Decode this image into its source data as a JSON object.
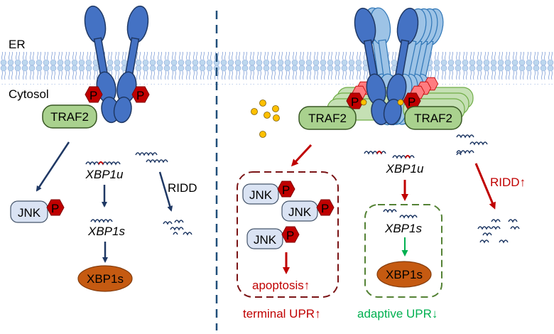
{
  "labels": {
    "er": "ER",
    "cytosol": "Cytosol",
    "phospho": "P",
    "traf2": "TRAF2",
    "jnk": "JNK",
    "xbp1u": "XBP1u",
    "xbp1s_mrna": "XBP1s",
    "xbp1s_protein": "XBP1s",
    "ridd": "RIDD",
    "apoptosis": "apoptosis",
    "terminal_upr": "terminal UPR",
    "adaptive_upr": "adaptive UPR",
    "up_arrow": "↑",
    "down_arrow": "↓"
  },
  "colors": {
    "receptor": "#4472c4",
    "receptor_light": "#9dc3e6",
    "membrane": "#a9c4e8",
    "phospho_dark": "#c00000",
    "phospho_light": "#ff7c80",
    "traf2_fill": "#a9d18e",
    "jnk_fill": "#dae3f3",
    "xbp1s_fill": "#c55a11",
    "arrow_navy": "#1f3864",
    "arrow_red": "#c00000",
    "green": "#00b050",
    "dark_green_box": "#548235",
    "dark_red_box": "#7b1416",
    "ligand": "#ffc000",
    "divider": "#1f4e79"
  }
}
